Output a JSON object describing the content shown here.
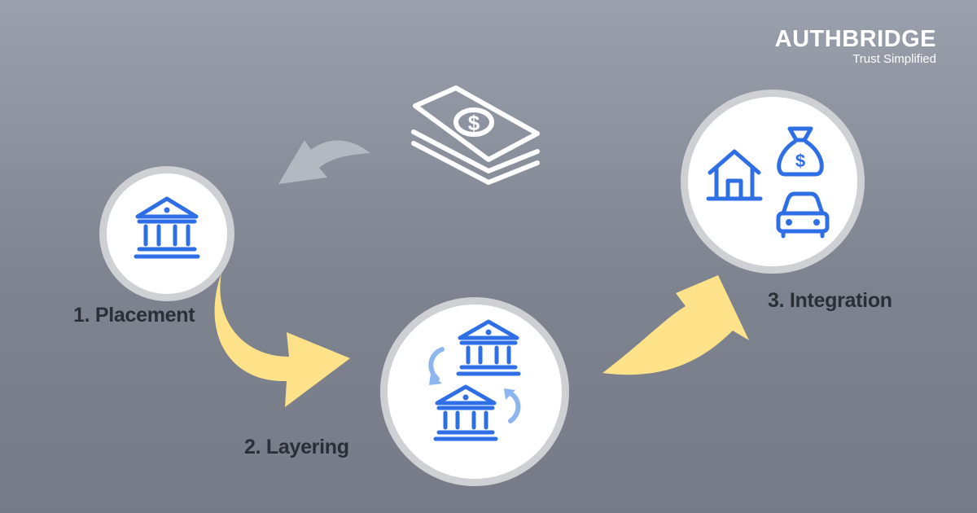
{
  "brand": {
    "name": "AUTHBRIDGE",
    "tagline": "Trust Simplified"
  },
  "steps": [
    {
      "label": "1. Placement",
      "icon": "bank-icon"
    },
    {
      "label": "2. Layering",
      "icon": "bank-transfer-icon"
    },
    {
      "label": "3. Integration",
      "icon": "assets-icon"
    }
  ],
  "colors": {
    "icon_blue": "#2f6fe6",
    "icon_light_blue": "#8db6f0",
    "arrow_yellow": "#fde28a",
    "arrow_gray": "#b4b8c1",
    "background": "#868b97"
  }
}
